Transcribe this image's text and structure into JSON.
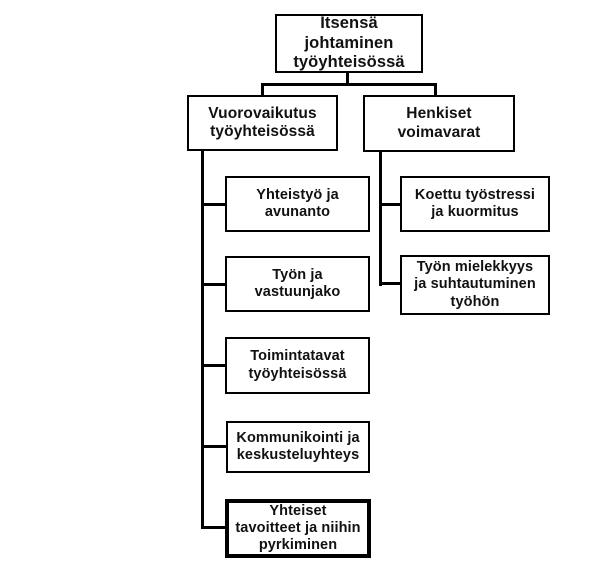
{
  "diagram": {
    "type": "tree",
    "title": "Itsensä johtaminen työyhteisössä",
    "colors": {
      "background": "#ffffff",
      "box_fill": "#ffffff",
      "box_border": "#000000",
      "line": "#000000",
      "text": "#111111"
    },
    "root": {
      "label": "Itsensä\njohtaminen\ntyöyhteisössä"
    },
    "branches": [
      {
        "label": "Vuorovaikutus\ntyöyhteisössä"
      },
      {
        "label": "Henkiset\nvoimavarat"
      }
    ],
    "left_children": [
      {
        "label": "Yhteistyö ja\navunanto"
      },
      {
        "label": "Työn ja\nvastuunjako"
      },
      {
        "label": "Toimintatavat\ntyöyhteisössä"
      },
      {
        "label": "Kommunikointi ja\nkeskusteluyhteys"
      },
      {
        "label": "Yhteiset\ntavoitteet ja niihin\npyrkiminen"
      }
    ],
    "right_children": [
      {
        "label": "Koettu työstressi\nja kuormitus"
      },
      {
        "label": "Työn mielekkyys\nja suhtautuminen\ntyöhön"
      }
    ]
  }
}
